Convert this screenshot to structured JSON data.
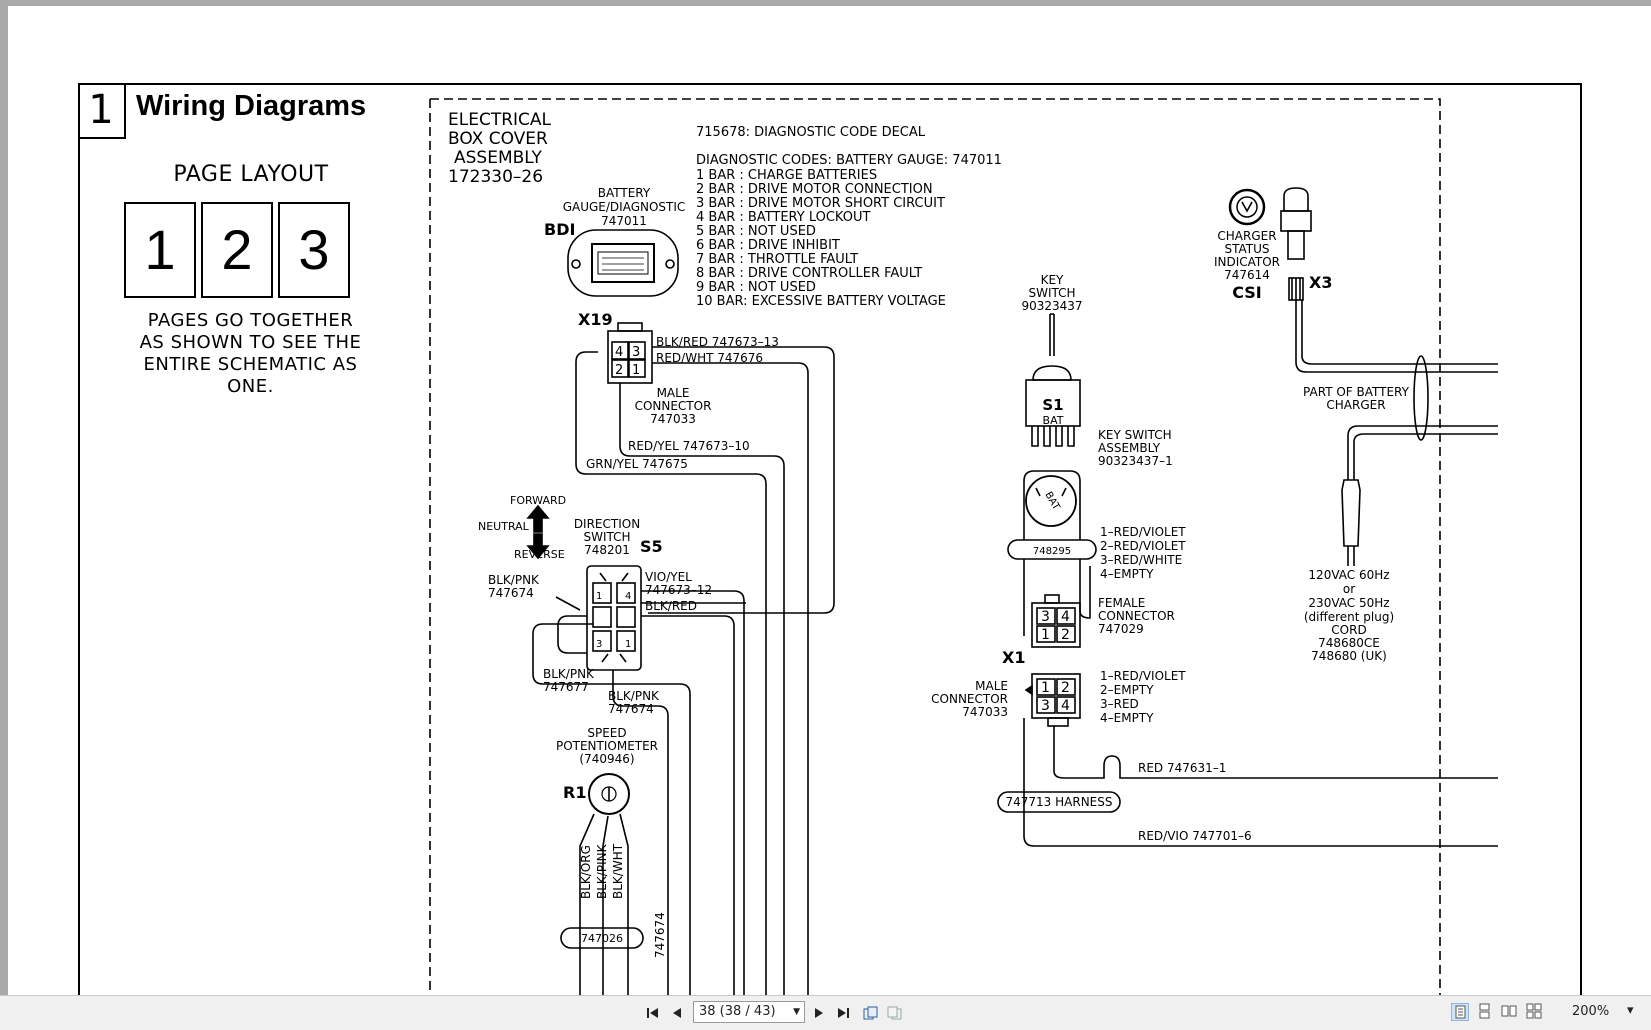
{
  "document": {
    "section_number": "1",
    "section_title": "Wiring Diagrams",
    "page_layout": {
      "title": "PAGE LAYOUT",
      "boxes": [
        "1",
        "2",
        "3"
      ],
      "note_lines": [
        "PAGES GO TOGETHER",
        "AS SHOWN TO SEE THE",
        "ENTIRE SCHEMATIC AS",
        "ONE."
      ]
    },
    "schematic": {
      "box_cover": [
        "ELECTRICAL",
        "BOX COVER",
        "ASSEMBLY",
        "172330–26"
      ],
      "decal": "715678: DIAGNOSTIC CODE DECAL",
      "codes_header": "DIAGNOSTIC CODES: BATTERY GAUGE: 747011",
      "codes": [
        "1 BAR : CHARGE BATTERIES",
        "2 BAR : DRIVE MOTOR CONNECTION",
        "3 BAR : DRIVE MOTOR SHORT CIRCUIT",
        "4 BAR : BATTERY LOCKOUT",
        "5 BAR : NOT USED",
        "6 BAR : DRIVE INHIBIT",
        "7 BAR : THROTTLE FAULT",
        "8 BAR : DRIVE CONTROLLER FAULT",
        "9 BAR : NOT USED",
        "10 BAR: EXCESSIVE BATTERY VOLTAGE"
      ],
      "battery_gauge": [
        "BATTERY",
        "GAUGE/DIAGNOSTIC",
        "747011"
      ],
      "bdi": "BDI",
      "x19": "X19",
      "x19_pins": [
        "4",
        "3",
        "2",
        "1"
      ],
      "wire_x19_1": "BLK/RED 747673–13",
      "wire_x19_2": "RED/WHT 747676",
      "male_connector_a": [
        "MALE",
        "CONNECTOR",
        "747033"
      ],
      "wire_red_yel": "RED/YEL 747673–10",
      "wire_grn_yel": "GRN/YEL 747675",
      "dir_forward": "FORWARD",
      "dir_neutral": "NEUTRAL",
      "dir_reverse": "REVERSE",
      "direction_switch": [
        "DIRECTION",
        "SWITCH",
        "748201"
      ],
      "s5": "S5",
      "blk_pnk_a": [
        "BLK/PNK",
        "747674"
      ],
      "vio_yel": [
        "VIO/YEL",
        "747673–12"
      ],
      "blk_red": "BLK/RED",
      "switch_pins": [
        "1",
        "4",
        "3",
        "1"
      ],
      "blk_pnk_b": [
        "BLK/PNK",
        "747677"
      ],
      "blk_pnk_c": [
        "BLK/PNK",
        "747674"
      ],
      "speed_pot": [
        "SPEED",
        "POTENTIOMETER",
        "(740946)"
      ],
      "r1": "R1",
      "pot_wires": [
        "BLK/ORG",
        "BLK/PINK",
        "BLK/WHT"
      ],
      "tag_747026": "747026",
      "wire_vertical_747674": "747674",
      "key_switch": [
        "KEY",
        "SWITCH",
        "90323437"
      ],
      "s1": "S1",
      "bat": "BAT",
      "key_switch_assembly": [
        "KEY SWITCH",
        "ASSEMBLY",
        "90323437–1"
      ],
      "key_face": "BAT",
      "tag_748295": "748295",
      "key_wires": [
        "1–RED/VIOLET",
        "2–RED/VIOLET",
        "3–RED/WHITE",
        "4–EMPTY"
      ],
      "female_connector": [
        "FEMALE",
        "CONNECTOR",
        "747029"
      ],
      "female_pins": [
        "3",
        "4",
        "1",
        "2"
      ],
      "x1": "X1",
      "male_connector_b": [
        "MALE",
        "CONNECTOR",
        "747033"
      ],
      "male_pins": [
        "1",
        "2",
        "3",
        "4"
      ],
      "x1_wires": [
        "1–RED/VIOLET",
        "2–EMPTY",
        "3–RED",
        "4–EMPTY"
      ],
      "wire_red_747631": "RED 747631–1",
      "harness": "747713 HARNESS",
      "wire_red_vio": "RED/VIO 747701–6",
      "charger_status": [
        "CHARGER",
        "STATUS",
        "INDICATOR",
        "747614"
      ],
      "csi": "CSI",
      "x3": "X3",
      "battery_charger": [
        "PART OF BATTERY",
        "CHARGER"
      ],
      "cord": [
        "120VAC 60Hz",
        "or",
        "230VAC 50Hz",
        "(different plug)",
        "CORD",
        "748680CE",
        "748680 (UK)"
      ]
    }
  },
  "viewer": {
    "page_indicator": "38 (38 / 43)",
    "zoom": "200%"
  }
}
